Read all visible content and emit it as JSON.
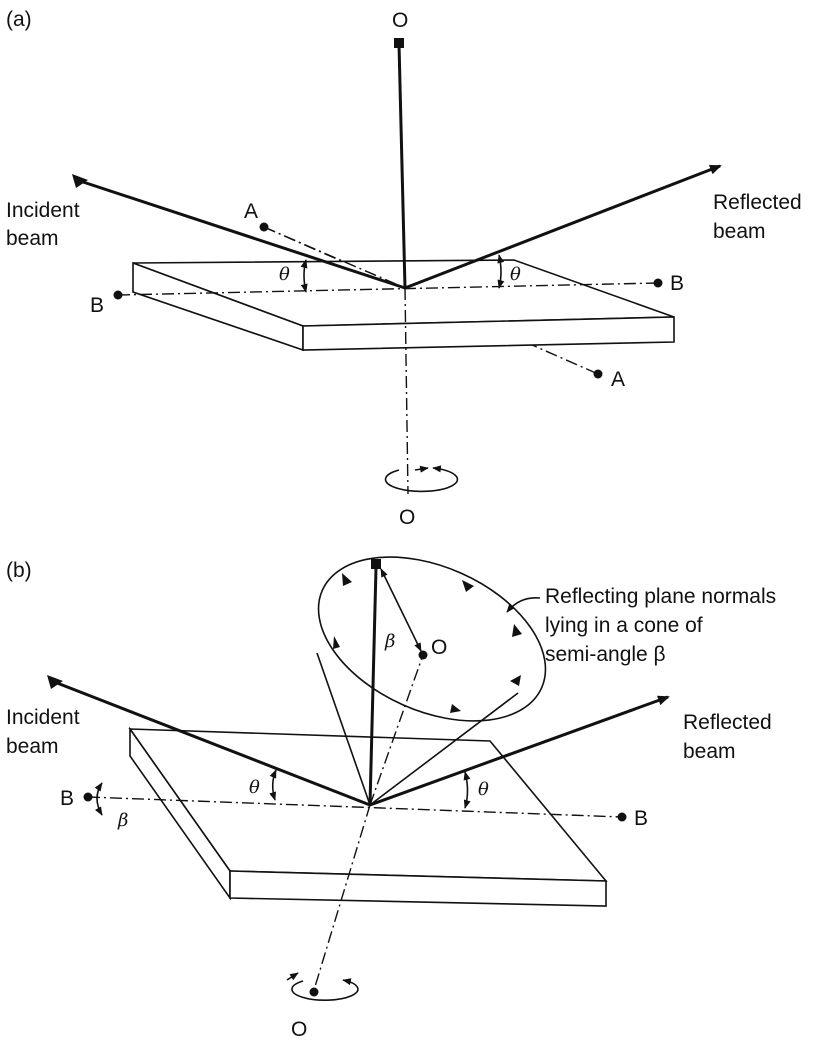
{
  "panel_a": {
    "tag": "(a)",
    "incident": [
      "Incident",
      "beam"
    ],
    "reflected": [
      "Reflected",
      "beam"
    ],
    "axis_o": "O",
    "axis_a": "A",
    "axis_b": "B",
    "angle": "θ"
  },
  "panel_b": {
    "tag": "(b)",
    "incident": [
      "Incident",
      "beam"
    ],
    "reflected": [
      "Reflected",
      "beam"
    ],
    "axis_o": "O",
    "axis_b": "B",
    "angle_theta": "θ",
    "angle_beta": "β",
    "cone_note": [
      "Reflecting plane normals",
      "lying in a cone of",
      "semi-angle β"
    ]
  },
  "colors": {
    "ink": "#111111",
    "background": "#ffffff"
  }
}
